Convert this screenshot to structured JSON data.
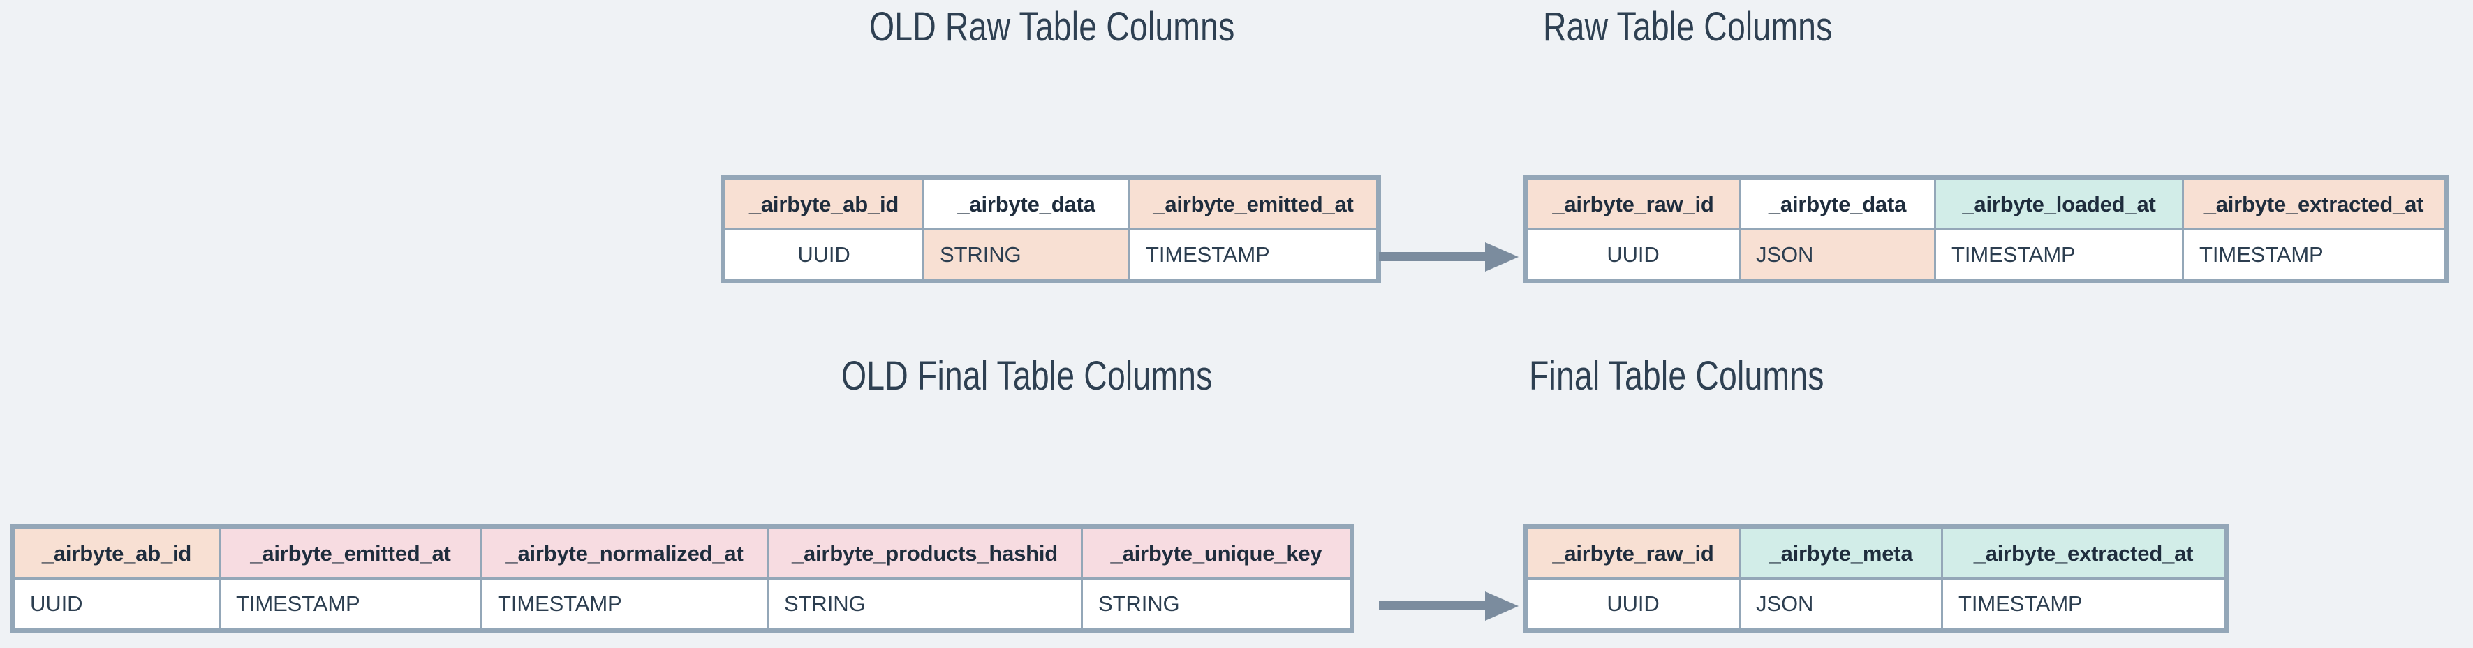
{
  "theme": {
    "background": "#eff2f5",
    "border": "#94a7b8",
    "text": "#2c3e50",
    "peach": "#f8e0d3",
    "teal": "#d2ede8",
    "pink": "#f7dce1",
    "white": "#ffffff",
    "arrow": "#7b8c9e"
  },
  "sections": {
    "raw": {
      "old_title": "OLD Raw Table Columns",
      "new_title": "Raw Table Columns",
      "arrow_name": "arrow-raw-migration"
    },
    "final": {
      "old_title": "OLD Final Table Columns",
      "new_title": "Final Table Columns",
      "arrow_name": "arrow-final-migration"
    }
  },
  "tables": {
    "old_raw": {
      "name": "old-raw-table",
      "columns": [
        {
          "header": "_airbyte_ab_id",
          "header_color": "peach",
          "type": "UUID",
          "type_color": "white",
          "align": "center"
        },
        {
          "header": "_airbyte_data",
          "header_color": "white",
          "type": "STRING",
          "type_color": "peach",
          "align": "left"
        },
        {
          "header": "_airbyte_emitted_at",
          "header_color": "peach",
          "type": "TIMESTAMP",
          "type_color": "white",
          "align": "left"
        }
      ]
    },
    "new_raw": {
      "name": "new-raw-table",
      "columns": [
        {
          "header": "_airbyte_raw_id",
          "header_color": "peach",
          "type": "UUID",
          "type_color": "white",
          "align": "center"
        },
        {
          "header": "_airbyte_data",
          "header_color": "white",
          "type": "JSON",
          "type_color": "peach",
          "align": "left"
        },
        {
          "header": "_airbyte_loaded_at",
          "header_color": "teal",
          "type": "TIMESTAMP",
          "type_color": "white",
          "align": "left"
        },
        {
          "header": "_airbyte_extracted_at",
          "header_color": "peach",
          "type": "TIMESTAMP",
          "type_color": "white",
          "align": "left"
        }
      ]
    },
    "old_final": {
      "name": "old-final-table",
      "columns": [
        {
          "header": "_airbyte_ab_id",
          "header_color": "peach",
          "type": "UUID",
          "type_color": "white",
          "align": "left"
        },
        {
          "header": "_airbyte_emitted_at",
          "header_color": "pink",
          "type": "TIMESTAMP",
          "type_color": "white",
          "align": "left"
        },
        {
          "header": "_airbyte_normalized_at",
          "header_color": "pink",
          "type": "TIMESTAMP",
          "type_color": "white",
          "align": "left"
        },
        {
          "header": "_airbyte_products_hashid",
          "header_color": "pink",
          "type": "STRING",
          "type_color": "white",
          "align": "left"
        },
        {
          "header": "_airbyte_unique_key",
          "header_color": "pink",
          "type": "STRING",
          "type_color": "white",
          "align": "left"
        }
      ]
    },
    "new_final": {
      "name": "new-final-table",
      "columns": [
        {
          "header": "_airbyte_raw_id",
          "header_color": "peach",
          "type": "UUID",
          "type_color": "white",
          "align": "center"
        },
        {
          "header": "_airbyte_meta",
          "header_color": "teal",
          "type": "JSON",
          "type_color": "white",
          "align": "left"
        },
        {
          "header": "_airbyte_extracted_at",
          "header_color": "teal",
          "type": "TIMESTAMP",
          "type_color": "white",
          "align": "left"
        }
      ]
    }
  }
}
